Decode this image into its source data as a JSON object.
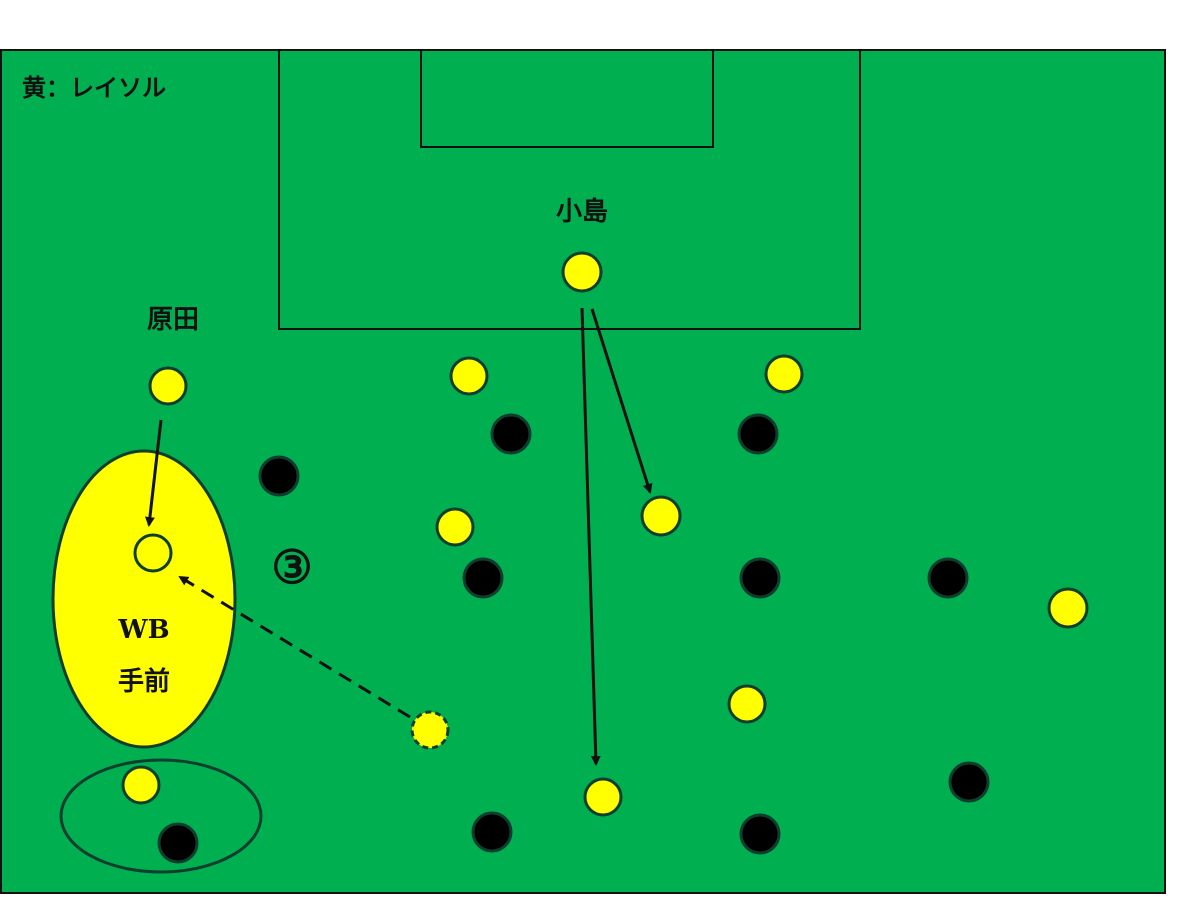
{
  "legend": {
    "text": "黄：レイソル"
  },
  "labels": {
    "kojima": "小島",
    "harada": "原田",
    "step": "③",
    "zone_line1": "WB",
    "zone_line2": "手前"
  },
  "colors": {
    "pitch": "#00b050",
    "yellow_team": "#ffff00",
    "black_team": "#000000",
    "outline": "#0f3d2e",
    "lines": "#111111"
  }
}
